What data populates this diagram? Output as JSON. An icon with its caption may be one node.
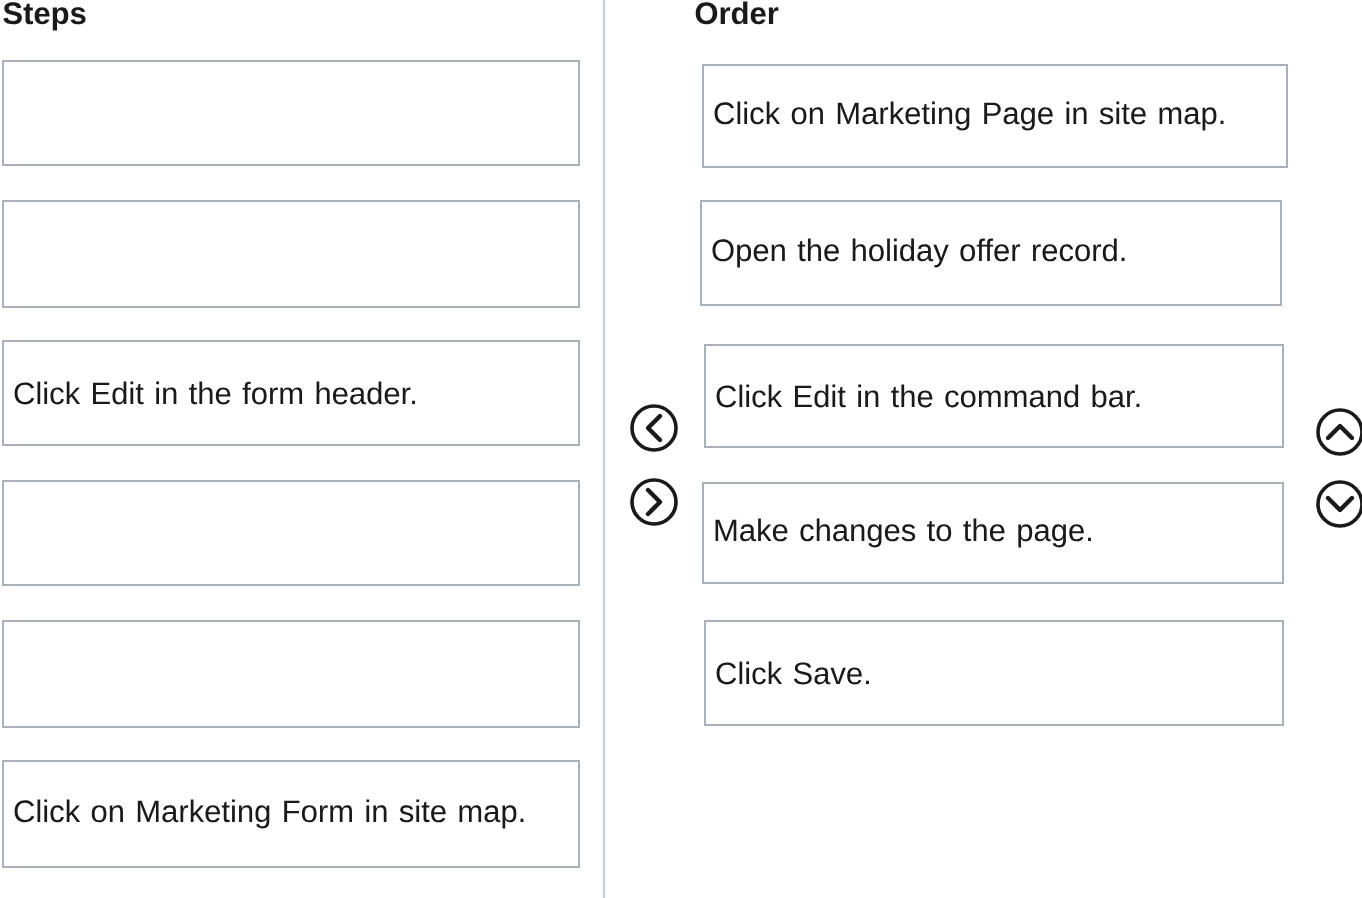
{
  "diagram": {
    "nodes": [
      {
        "text": [],
        "shape": "box"
      },
      {
        "text": [],
        "shape": "box"
      },
      {
        "text": [
          "Click Edit in the form header."
        ]
      },
      {
        "text": [],
        "shape": "box"
      },
      {
        "text": [],
        "shape": "box"
      },
      {
        "text": [
          "Click on Marketing Form in site map."
        ]
      },
      {
        "text": [
          "Click on Marketing Page in site map."
        ]
      },
      {
        "text": [
          "Open the holiday offer record."
        ]
      },
      {
        "text": [
          "Click Edit in the command bar."
        ]
      },
      {
        "text": [
          "Make changes to the page."
        ]
      },
      {
        "text": [
          "Click Save."
        ]
      }
    ],
    "labels": [
      "Steps",
      "Order"
    ]
  }
}
